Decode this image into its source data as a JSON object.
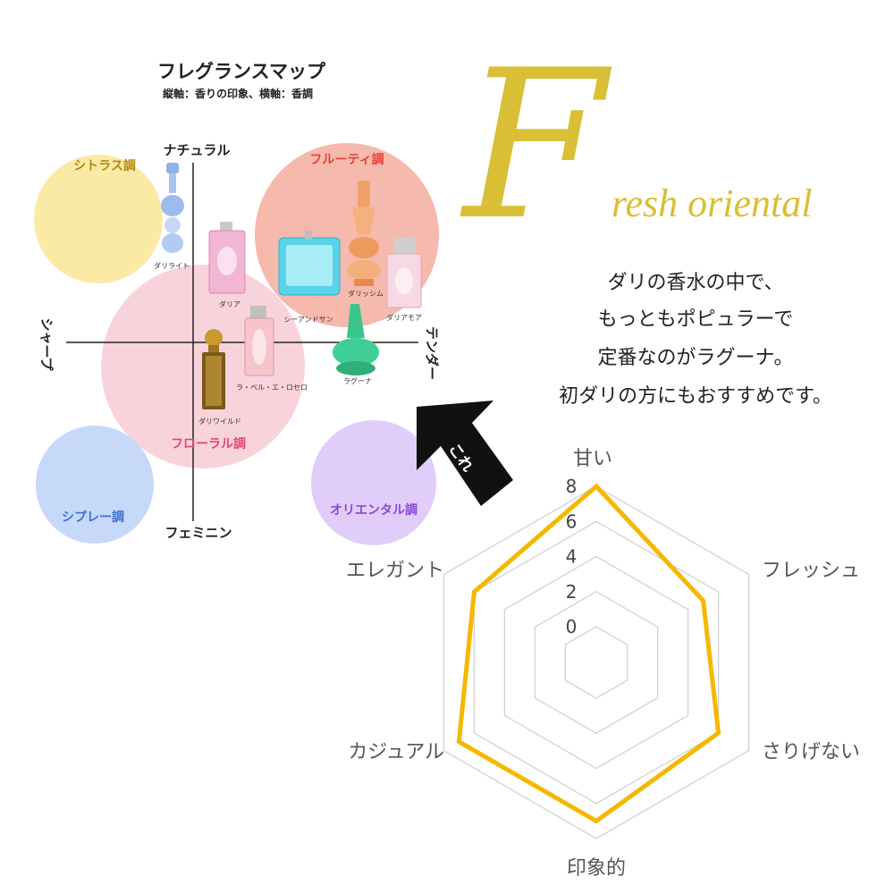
{
  "fragrance_map": {
    "title": "フレグランスマップ",
    "subtitle": "縦軸：香りの印象、横軸：香調",
    "axes": {
      "top": "ナチュラル",
      "bottom": "フェミニン",
      "left": "シャープ",
      "right": "テンダー"
    },
    "groups": [
      {
        "label": "シトラス調",
        "color": "#fbe9a6",
        "text_color": "#b08a10"
      },
      {
        "label": "フルーティ調",
        "color": "#f6b9ae",
        "text_color": "#e2443a"
      },
      {
        "label": "フローラル調",
        "color": "#f8cfd9",
        "text_color": "#e0467a"
      },
      {
        "label": "シプレー調",
        "color": "#c7d9f8",
        "text_color": "#3d6fd6"
      },
      {
        "label": "オリエンタル調",
        "color": "#e0cdf9",
        "text_color": "#8a48d8"
      }
    ],
    "bottles": [
      "ダリライト",
      "ダリア",
      "シーアンドサン",
      "ダリッシム",
      "ダリアモア",
      "ラ・ベル・エ・ロセロ",
      "ラグーナ",
      "ダリワイルド"
    ],
    "pointer_label": "これ"
  },
  "brand": {
    "initial": "F",
    "rest": "resh oriental",
    "color": "#d9bf35"
  },
  "description": [
    "ダリの香水の中で、",
    "もっともポピュラーで",
    "定番なのがラグーナ。",
    "初ダリの方にもおすすめです。"
  ],
  "radar": {
    "axes": [
      "甘い",
      "フレッシュ",
      "さりげない",
      "印象的",
      "カジュアル",
      "エレガント"
    ],
    "ticks": [
      "0",
      "2",
      "4",
      "6",
      "8"
    ],
    "max": 8,
    "values": [
      8,
      5,
      6,
      7,
      7,
      6
    ],
    "line_color": "#f5b800"
  }
}
